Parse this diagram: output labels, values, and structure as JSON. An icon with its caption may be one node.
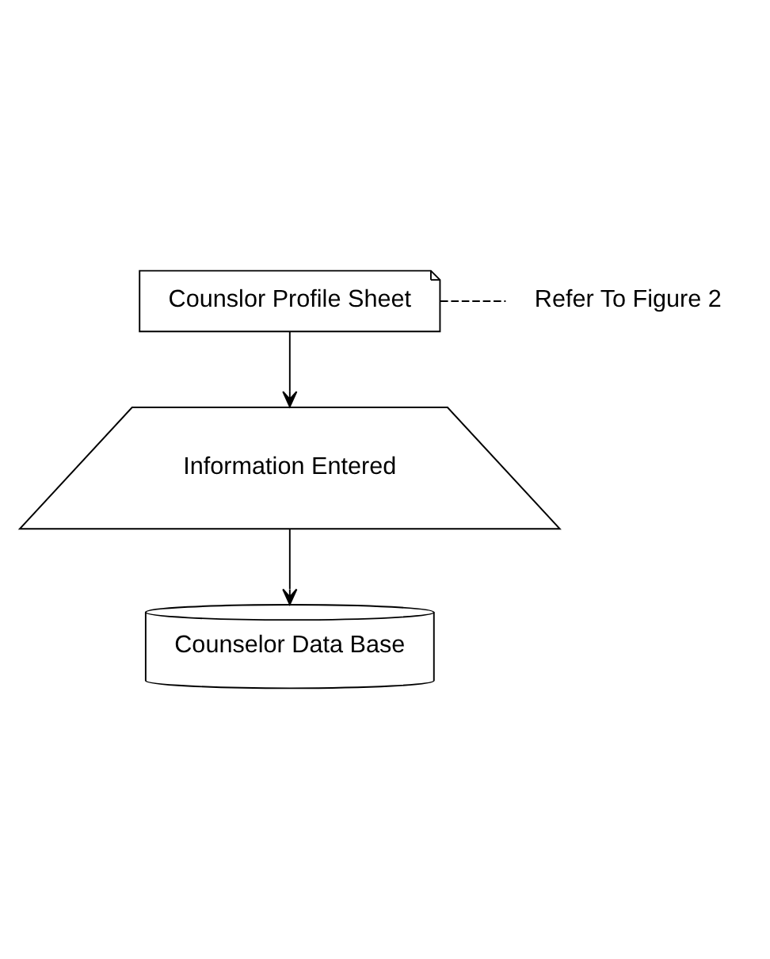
{
  "diagram": {
    "nodes": [
      {
        "text": [
          "Counslor Profile Sheet"
        ]
      },
      {
        "text": [
          "Refer To Figure 2"
        ]
      },
      {
        "text": [
          "Information Entered"
        ]
      },
      {
        "text": [
          "Counselor Data Base"
        ]
      }
    ],
    "edges": [
      {
        "from": 0,
        "to": 1,
        "arrow": "none",
        "style": "dashed"
      },
      {
        "from": 0,
        "to": 2,
        "arrow": "to"
      },
      {
        "from": 2,
        "to": 3,
        "arrow": "to"
      }
    ]
  }
}
